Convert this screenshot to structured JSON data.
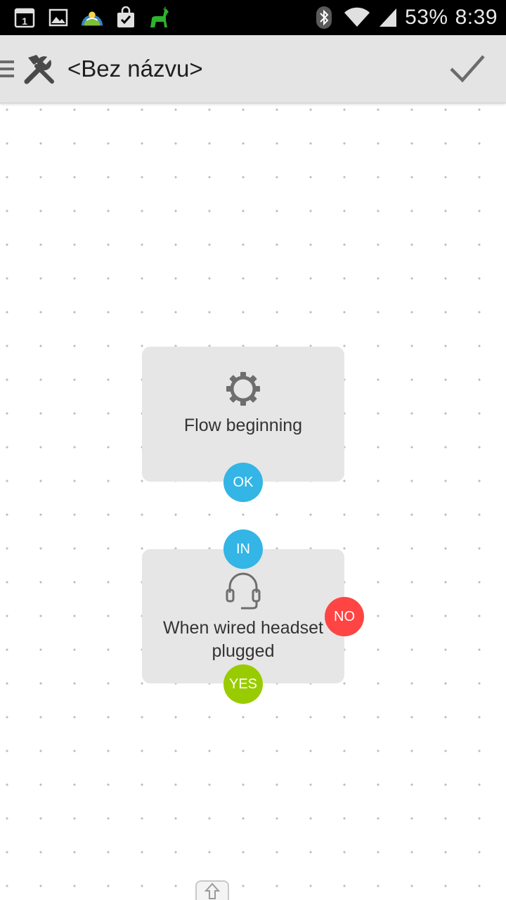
{
  "status_bar": {
    "notification_icons": [
      "calendar-icon",
      "gallery-icon",
      "weather-icon",
      "shopping-bag-icon",
      "llama-icon"
    ],
    "calendar_day": "1",
    "battery_percent": "53%",
    "time": "8:39"
  },
  "action_bar": {
    "title": "<Bez názvu>",
    "app_icon": "tools-icon",
    "done_icon": "checkmark-icon"
  },
  "flow": {
    "nodes": [
      {
        "label": "Flow beginning",
        "icon": "gear-icon",
        "ports": [
          {
            "label": "OK",
            "color": "#33b5e5"
          }
        ]
      },
      {
        "label": "When wired headset plugged",
        "icon": "headset-icon",
        "ports": [
          {
            "label": "IN",
            "color": "#33b5e5"
          },
          {
            "label": "NO",
            "color": "#ff4444"
          },
          {
            "label": "YES",
            "color": "#99cc00"
          }
        ]
      }
    ]
  },
  "colors": {
    "port_blue": "#33b5e5",
    "port_red": "#ff4444",
    "port_green": "#99cc00",
    "node_background": "#e6e6e6",
    "action_bar": "#e4e4e4"
  }
}
